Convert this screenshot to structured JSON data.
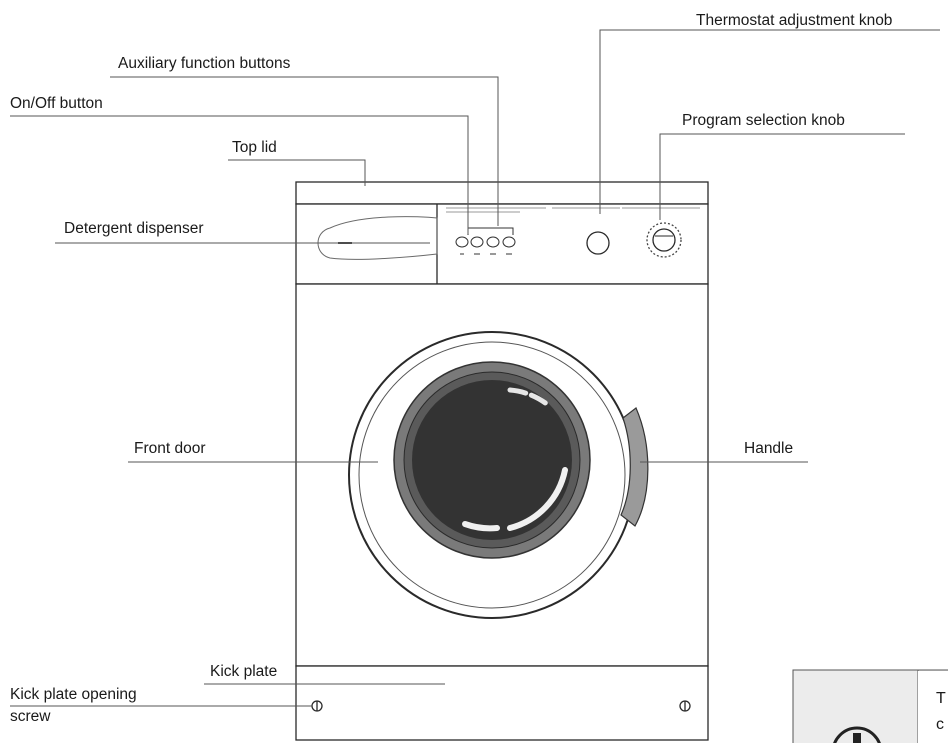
{
  "labels": {
    "thermostat": "Thermostat adjustment knob",
    "auxiliary": "Auxiliary function buttons",
    "onoff": "On/Off button",
    "program": "Program selection knob",
    "toplid": "Top lid",
    "detergent": "Detergent dispenser",
    "frontdoor": "Front door",
    "handle": "Handle",
    "kickplate": "Kick plate",
    "kickscrew_line1": "Kick plate opening",
    "kickscrew_line2": "screw"
  },
  "notice": {
    "text_line1": "T",
    "text_line2": "c"
  }
}
